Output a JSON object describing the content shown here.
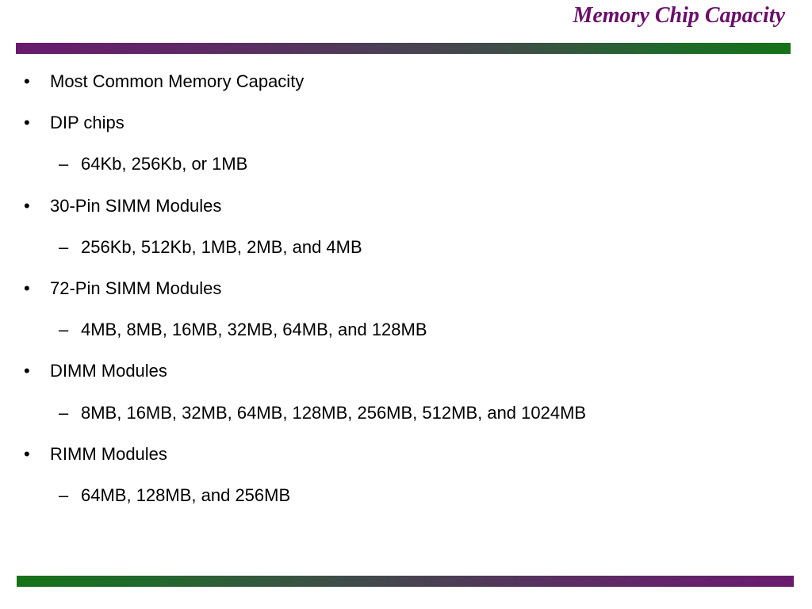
{
  "slide": {
    "title": "Memory Chip Capacity",
    "accent_color": "#6a0f6a",
    "bar_colors": [
      "#6a1a6e",
      "#157218"
    ]
  },
  "bullets": [
    {
      "marker": "•",
      "text": "Most Common Memory Capacity"
    },
    {
      "marker": "•",
      "text": "DIP chips"
    },
    {
      "marker": "–",
      "text": "64Kb, 256Kb, or 1MB"
    },
    {
      "marker": "•",
      "text": "30-Pin SIMM Modules"
    },
    {
      "marker": "–",
      "text": "256Kb, 512Kb, 1MB, 2MB, and 4MB"
    },
    {
      "marker": "•",
      "text": "72-Pin SIMM Modules"
    },
    {
      "marker": "–",
      "text": "4MB, 8MB, 16MB, 32MB, 64MB, and 128MB"
    },
    {
      "marker": "•",
      "text": "DIMM Modules"
    },
    {
      "marker": "–",
      "text": "8MB, 16MB, 32MB, 64MB, 128MB, 256MB, 512MB, and 1024MB"
    },
    {
      "marker": "•",
      "text": "RIMM Modules"
    },
    {
      "marker": "–",
      "text": "64MB, 128MB, and 256MB"
    }
  ]
}
